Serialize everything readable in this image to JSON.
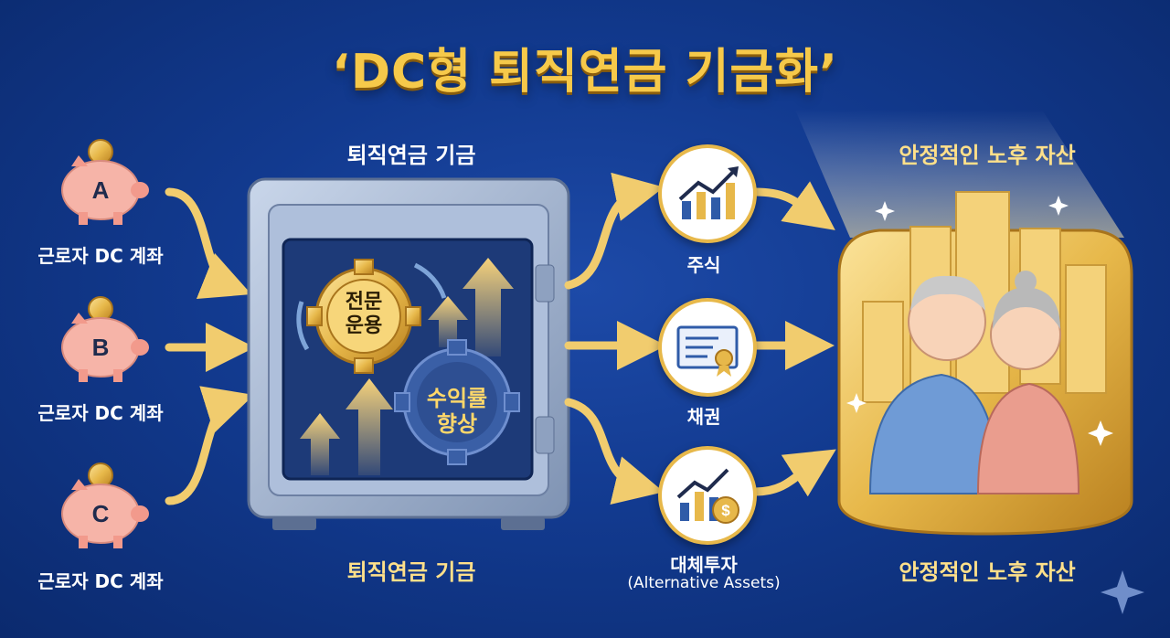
{
  "title": "‘DC형 퇴직연금 기금화’",
  "accounts": [
    {
      "letter": "A",
      "label": "근로자 DC 계좌"
    },
    {
      "letter": "B",
      "label": "근로자 DC 계좌"
    },
    {
      "letter": "C",
      "label": "근로자 DC 계좌"
    }
  ],
  "fund": {
    "label_top": "퇴직연금 기금",
    "label_bottom": "퇴직연금 기금",
    "gear1_line1": "전문",
    "gear1_line2": "운용",
    "gear2_line1": "수익률",
    "gear2_line2": "향상"
  },
  "assets": [
    {
      "label": "주식",
      "icon": "stock-chart-icon"
    },
    {
      "label": "채권",
      "icon": "bond-certificate-icon"
    },
    {
      "label": "대체투자",
      "sub": "(Alternative Assets)",
      "icon": "alternative-investment-icon"
    }
  ],
  "result": {
    "label_top": "안정적인 노후 자산",
    "label_bottom": "안정적인 노후 자산"
  },
  "colors": {
    "background": "#123a8f",
    "gold": "#e7b84a",
    "title": "#f6c94a",
    "piggy": "#f6b4a8"
  }
}
